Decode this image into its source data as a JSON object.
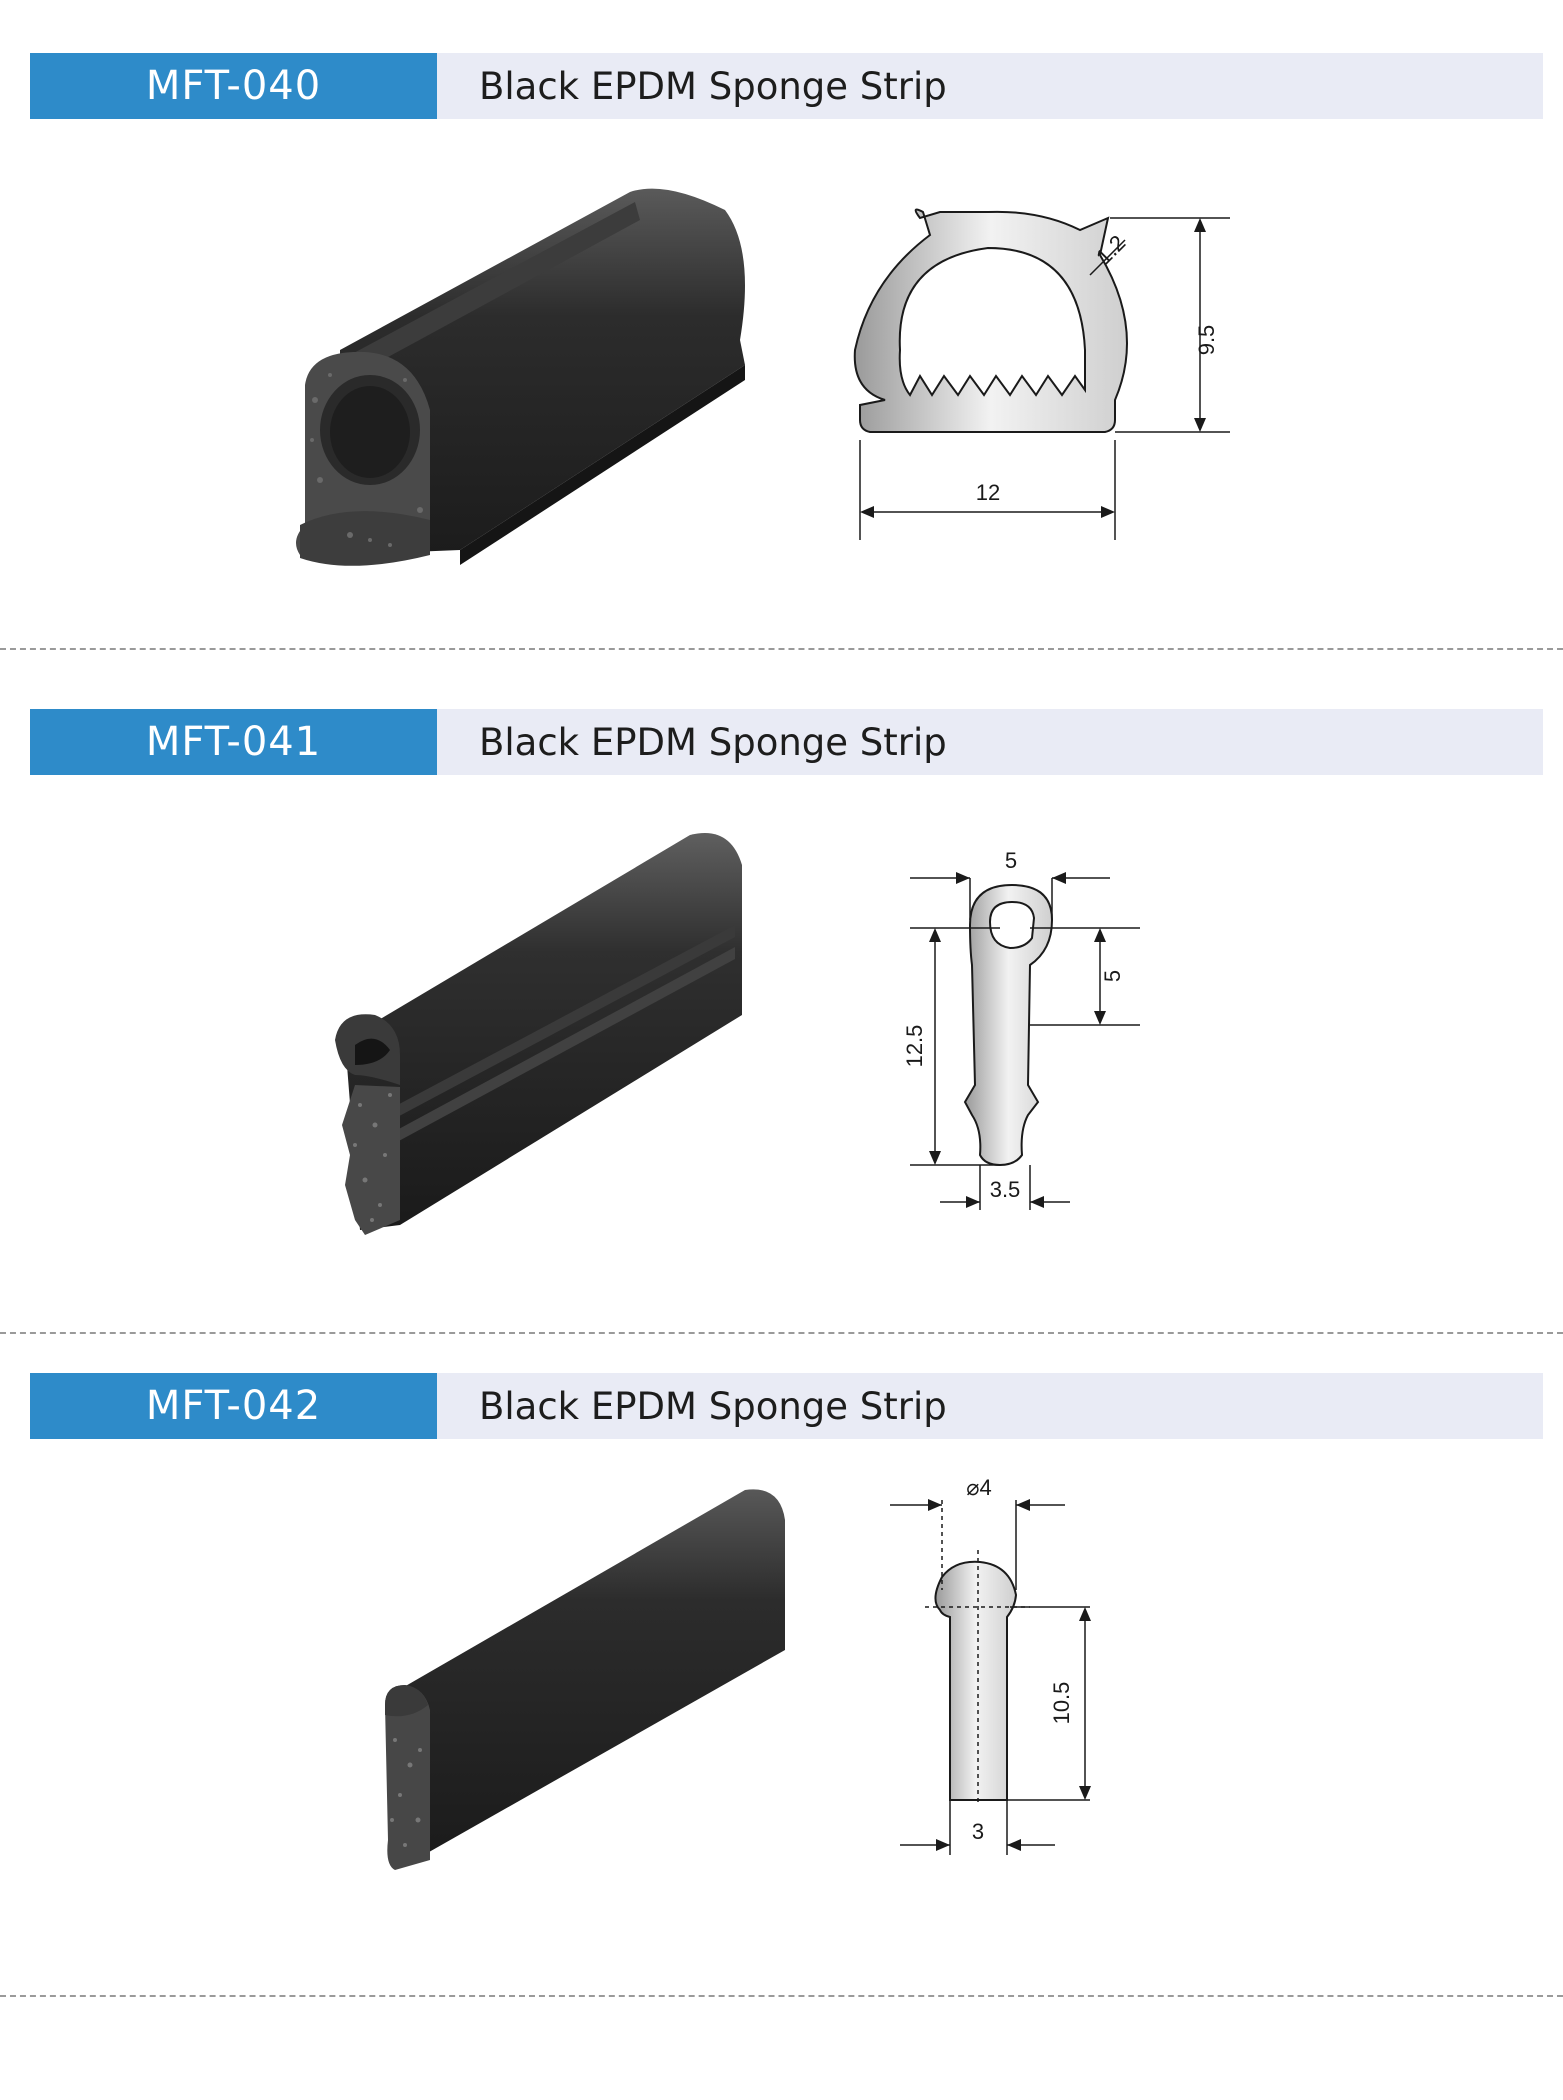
{
  "products": [
    {
      "code": "MFT-040",
      "title": "Black EPDM Sponge Strip",
      "dimensions": {
        "width": "12",
        "height": "9.5",
        "wall": "1.2"
      }
    },
    {
      "code": "MFT-041",
      "title": "Black EPDM Sponge Strip",
      "dimensions": {
        "top_width": "5",
        "bulb_height": "5",
        "height": "12.5",
        "base_width": "3.5"
      }
    },
    {
      "code": "MFT-042",
      "title": "Black EPDM Sponge Strip",
      "dimensions": {
        "diameter": "⌀4",
        "height": "10.5",
        "base_width": "3"
      }
    }
  ],
  "colors": {
    "header_blue": "#2e8bc9",
    "header_grey": "#e9ebf5",
    "divider": "#9a9a9a"
  }
}
